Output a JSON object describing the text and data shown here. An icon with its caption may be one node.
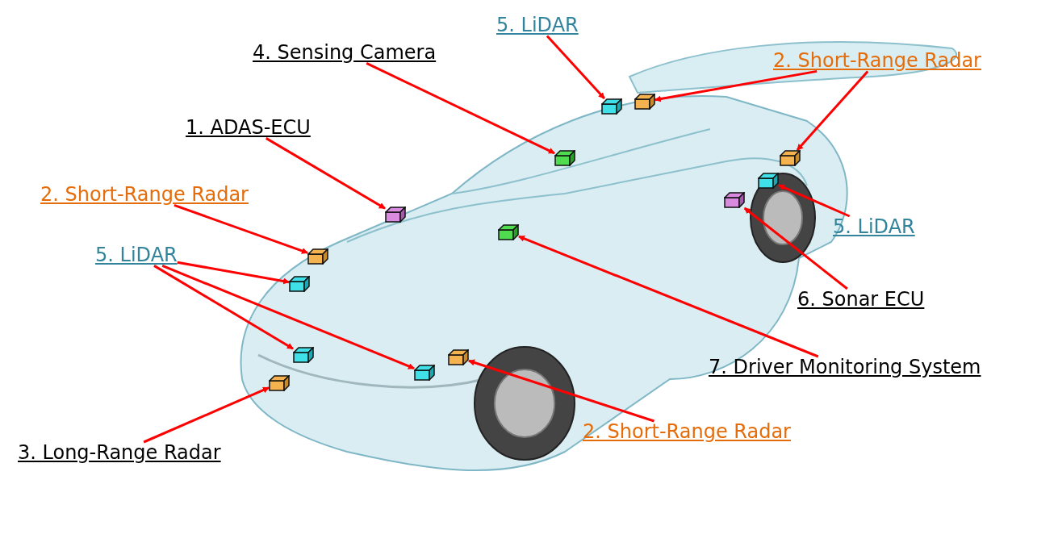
{
  "diagram": {
    "nodes": [
      {
        "text": [
          "5. LiDAR"
        ]
      },
      {
        "text": [
          "4. Sensing Camera"
        ]
      },
      {
        "text": [
          "2. Short-Range Radar"
        ]
      },
      {
        "text": [
          "1. ADAS-ECU"
        ]
      },
      {
        "text": [
          "2. Short-Range Radar"
        ]
      },
      {
        "text": [
          "5. LiDAR"
        ]
      },
      {
        "text": [
          "5. LiDAR"
        ]
      },
      {
        "text": [
          "6. Sonar ECU"
        ]
      },
      {
        "text": [
          "7. Driver Monitoring System"
        ]
      },
      {
        "text": [
          "2. Short-Range Radar"
        ]
      },
      {
        "text": [
          "3. Long-Range Radar"
        ]
      },
      {
        "text": [],
        "shape": "box"
      },
      {
        "text": [],
        "shape": "box"
      },
      {
        "text": [],
        "shape": "box"
      },
      {
        "text": [],
        "shape": "box"
      },
      {
        "text": [],
        "shape": "box"
      },
      {
        "text": [],
        "shape": "box"
      },
      {
        "text": [],
        "shape": "box"
      },
      {
        "text": [],
        "shape": "box"
      },
      {
        "text": [],
        "shape": "box"
      },
      {
        "text": [],
        "shape": "box"
      },
      {
        "text": [],
        "shape": "box"
      },
      {
        "text": [],
        "shape": "box"
      },
      {
        "text": [],
        "shape": "box"
      },
      {
        "text": [],
        "shape": "box"
      }
    ],
    "edges": [
      {
        "from": 0,
        "to": 12,
        "arrow": "to"
      },
      {
        "from": 1,
        "to": 13,
        "arrow": "to"
      },
      {
        "from": 2,
        "to": 11,
        "arrow": "to"
      },
      {
        "from": 2,
        "to": 14,
        "arrow": "to"
      },
      {
        "from": 3,
        "to": 17,
        "arrow": "to"
      },
      {
        "from": 4,
        "to": 19,
        "arrow": "to"
      },
      {
        "from": 5,
        "to": 15,
        "arrow": "to"
      },
      {
        "from": 6,
        "to": 20,
        "arrow": "to"
      },
      {
        "from": 6,
        "to": 21,
        "arrow": "to"
      },
      {
        "from": 6,
        "to": 23,
        "arrow": "to"
      },
      {
        "from": 7,
        "to": 16,
        "arrow": "to"
      },
      {
        "from": 8,
        "to": 18,
        "arrow": "to"
      },
      {
        "from": 9,
        "to": 22,
        "arrow": "to"
      },
      {
        "from": 10,
        "to": 24,
        "arrow": "to"
      }
    ]
  }
}
